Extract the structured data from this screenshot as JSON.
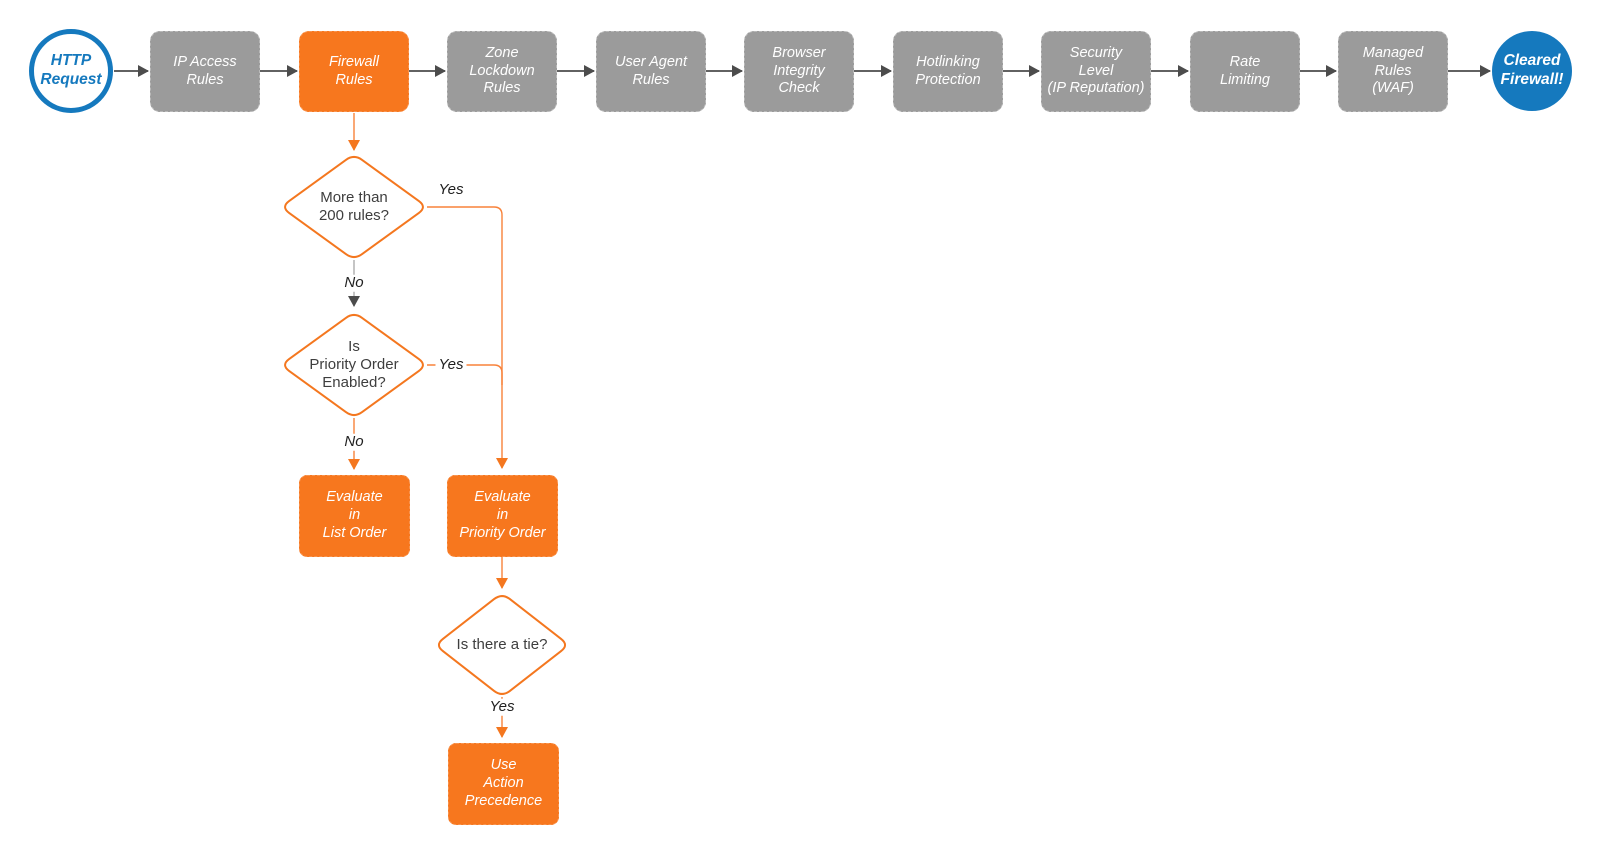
{
  "colors": {
    "orange_fill": "#F7771E",
    "orange_line": "#F8823A",
    "diamond_stroke": "#F4771F",
    "gray_fill": "#9B9B9B",
    "blue": "#1579BE",
    "arrow_dark": "#4C4C4C",
    "line_gray": "#ACACAC",
    "ink": "#3E3E3E",
    "label_ink": "#1F1F1F"
  },
  "nodes": {
    "start": "HTTP\nRequest",
    "end": "Cleared\nFirewall!"
  },
  "chain": [
    {
      "label": "IP Access\nRules"
    },
    {
      "label": "Firewall\nRules"
    },
    {
      "label": "Zone\nLockdown\nRules"
    },
    {
      "label": "User Agent\nRules"
    },
    {
      "label": "Browser\nIntegrity\nCheck"
    },
    {
      "label": "Hotlinking\nProtection"
    },
    {
      "label": "Security\nLevel\n(IP Reputation)"
    },
    {
      "label": "Rate\nLimiting"
    },
    {
      "label": "Managed\nRules\n(WAF)"
    }
  ],
  "decisions": [
    {
      "label": "More than\n200 rules?"
    },
    {
      "label": "Is\nPriority Order\nEnabled?"
    },
    {
      "label": "Is there a tie?"
    }
  ],
  "actions": [
    {
      "label": "Evaluate\nin\nList Order"
    },
    {
      "label": "Evaluate\nin\nPriority Order"
    },
    {
      "label": "Use\nAction\nPrecedence"
    }
  ],
  "edges": {
    "yes1": "Yes",
    "no1": "No",
    "yes2": "Yes",
    "no2": "No",
    "yes3": "Yes"
  }
}
